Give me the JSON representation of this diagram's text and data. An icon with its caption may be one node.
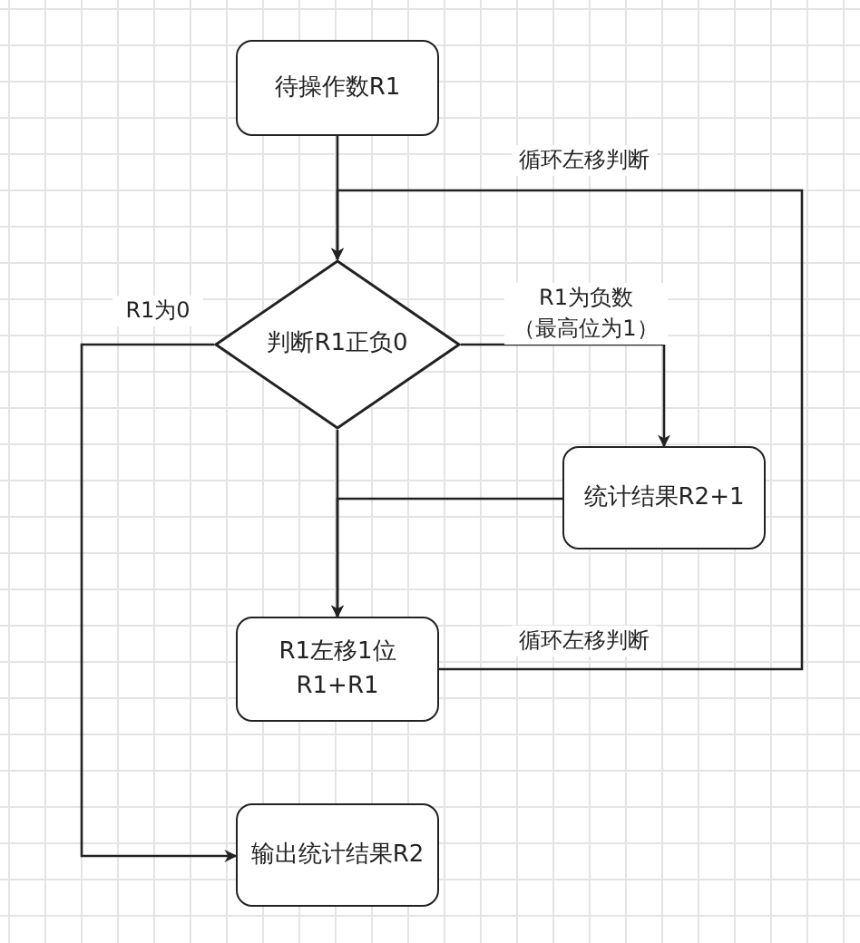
{
  "diagram": {
    "nodes": [
      {
        "text": [
          "待操作数R1"
        ]
      },
      {
        "text": [
          "判断R1正负0"
        ]
      },
      {
        "text": [
          "统计结果R2+1"
        ]
      },
      {
        "text": [
          "R1左移1位 R1+R1"
        ]
      },
      {
        "text": [
          "输出统计结果R2"
        ]
      }
    ],
    "edges": [
      {
        "from": 0,
        "to": 1,
        "arrow": "to"
      },
      {
        "from": 1,
        "to": 2,
        "arrow": "to",
        "label": "R1为负数（最高位为1）"
      },
      {
        "from": 2,
        "to": 3,
        "arrow": "to"
      },
      {
        "from": 1,
        "to": 3,
        "arrow": "to"
      },
      {
        "from": 3,
        "to": 1,
        "arrow": "to",
        "label": "循环左移判断"
      },
      {
        "from": 1,
        "to": 4,
        "arrow": "to",
        "label": "R1为0"
      }
    ],
    "labels": [
      "循环左移判断"
    ]
  }
}
